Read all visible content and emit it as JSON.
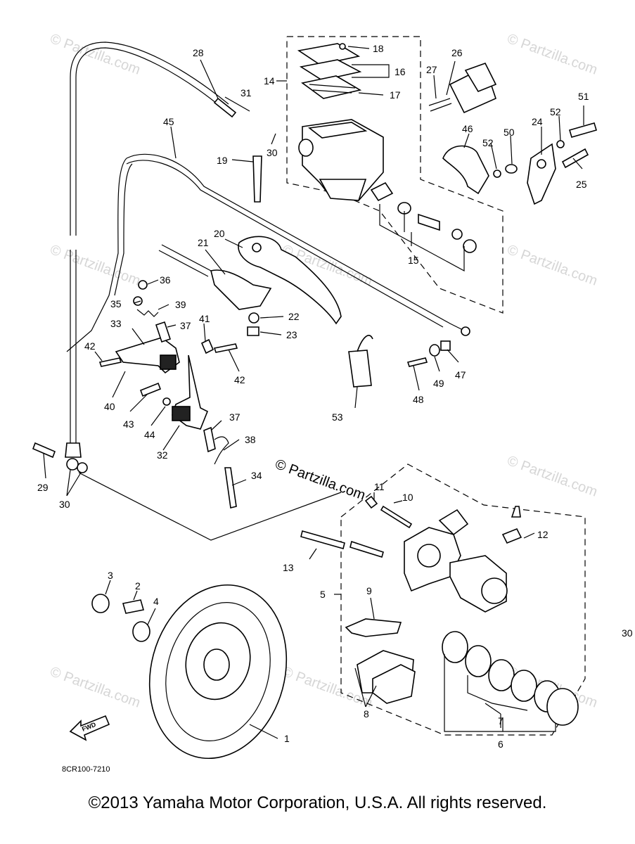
{
  "diagram": {
    "code": "8CR100-7210",
    "fwd_label": "FWD",
    "watermark": "© Partzilla.com",
    "center_watermark": "© Partzilla.com",
    "copyright": "©2013 Yamaha Motor Corporation, U.S.A. All rights reserved.",
    "parts": [
      "1",
      "2",
      "3",
      "4",
      "5",
      "6",
      "7",
      "8",
      "9",
      "10",
      "11",
      "12",
      "13",
      "14",
      "15",
      "16",
      "17",
      "18",
      "19",
      "20",
      "21",
      "22",
      "23",
      "24",
      "25",
      "26",
      "27",
      "28",
      "29",
      "30",
      "30",
      "30",
      "31",
      "32",
      "33",
      "34",
      "35",
      "36",
      "37",
      "37",
      "38",
      "39",
      "40",
      "41",
      "42",
      "42",
      "43",
      "44",
      "45",
      "46",
      "47",
      "48",
      "49",
      "50",
      "51",
      "52",
      "52",
      "53"
    ]
  }
}
